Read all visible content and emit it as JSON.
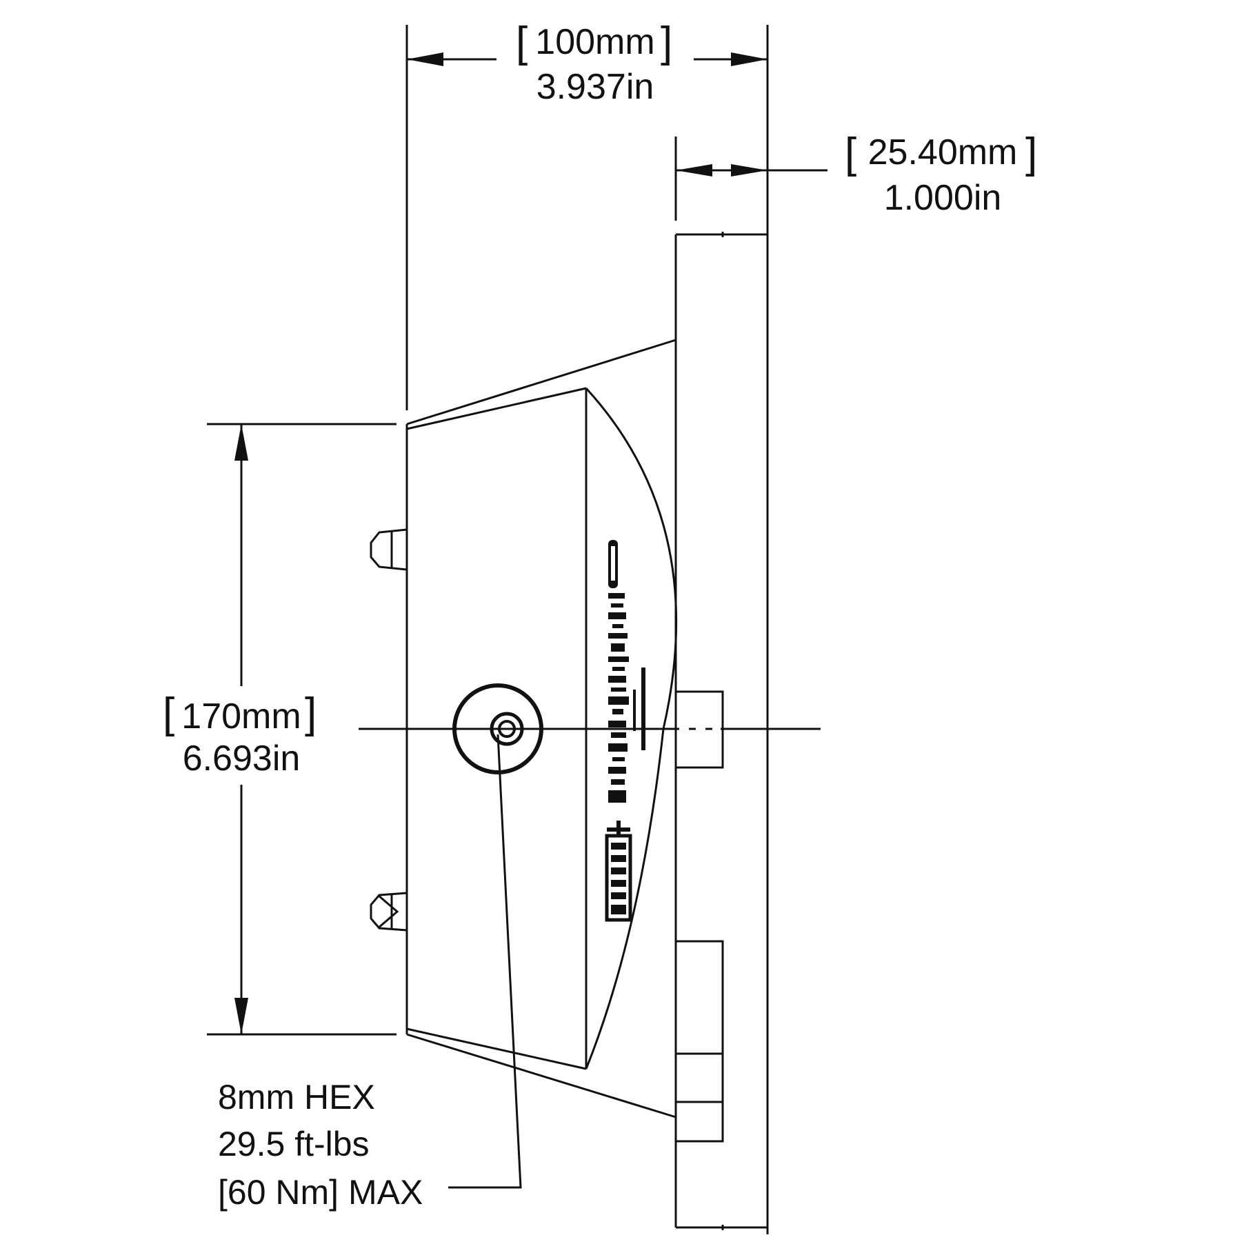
{
  "dimensions": {
    "width_mm": "100mm",
    "width_in": "3.937in",
    "thickness_mm": "25.40mm",
    "thickness_in": "1.000in",
    "height_mm": "170mm",
    "height_in": "6.693in"
  },
  "note": {
    "line1": "8mm HEX",
    "line2": "29.5 ft-lbs",
    "line3": "[60 Nm] MAX"
  },
  "colors": {
    "line": "#111111",
    "background": "#ffffff"
  }
}
